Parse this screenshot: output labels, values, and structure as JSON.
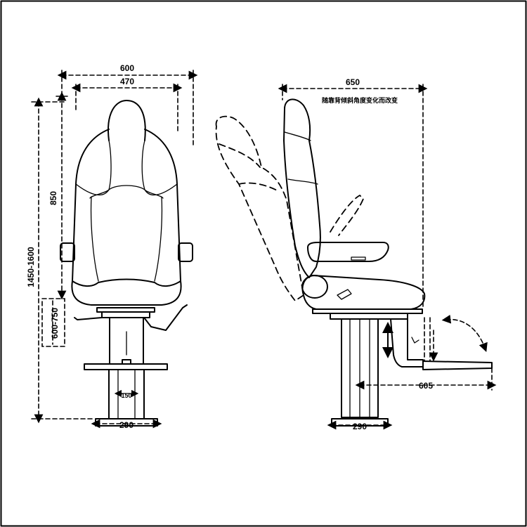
{
  "dimensions": {
    "front_overall_width": "600",
    "front_seat_width": "470",
    "backrest_height": "850",
    "total_height": "1450-1600",
    "seat_height": "600-750",
    "column_width": "150",
    "front_base_width": "290",
    "side_depth": "650",
    "side_base_width": "290",
    "footrest_depth": "605"
  },
  "annotations": {
    "backrest_note": "随靠背倾斜角度变化而改变"
  }
}
